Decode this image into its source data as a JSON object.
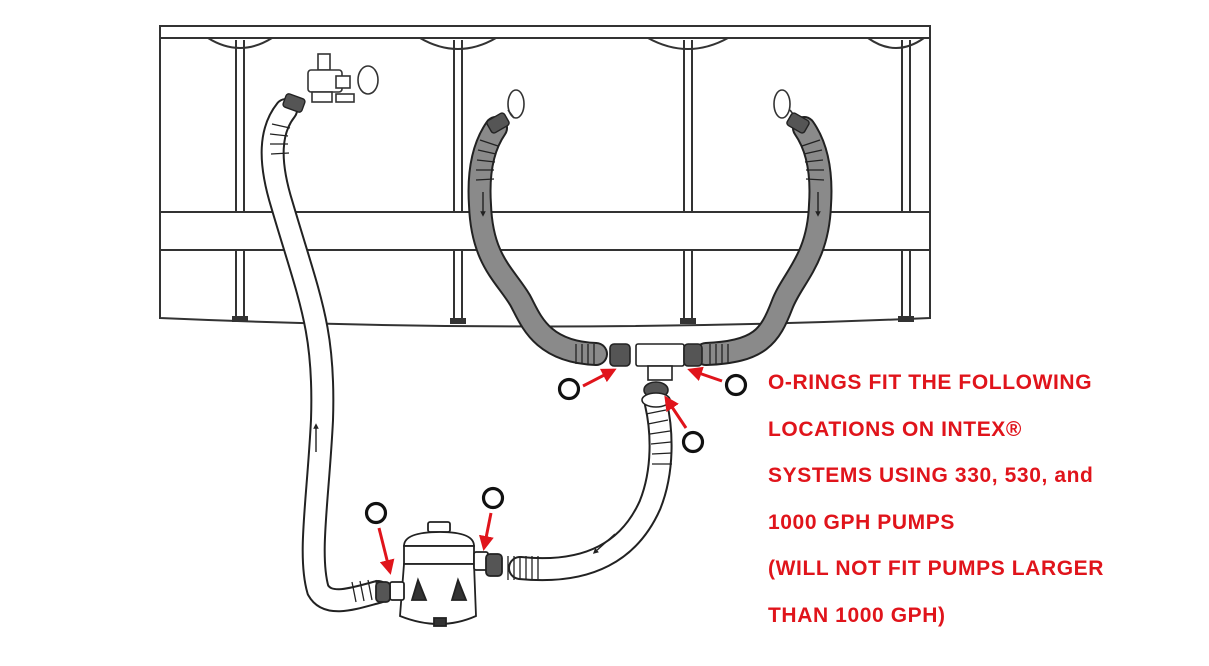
{
  "note": {
    "lines": [
      "O-RINGS FIT THE FOLLOWING",
      "LOCATIONS ON INTEX®",
      "SYSTEMS USING 330, 530, and",
      "1000 GPH PUMPS",
      "(WILL NOT FIT PUMPS LARGER",
      "THAN 1000 GPH)"
    ]
  },
  "colors": {
    "callout": "#e0141b",
    "outline": "#222222",
    "hose_gray": "#8a8a8a",
    "hose_light": "#ffffff",
    "frame": "#333333"
  },
  "icons": {
    "o_ring": "o-ring-circle-icon",
    "pointer": "red-arrow-icon"
  },
  "o_ring_marker_count": 5
}
